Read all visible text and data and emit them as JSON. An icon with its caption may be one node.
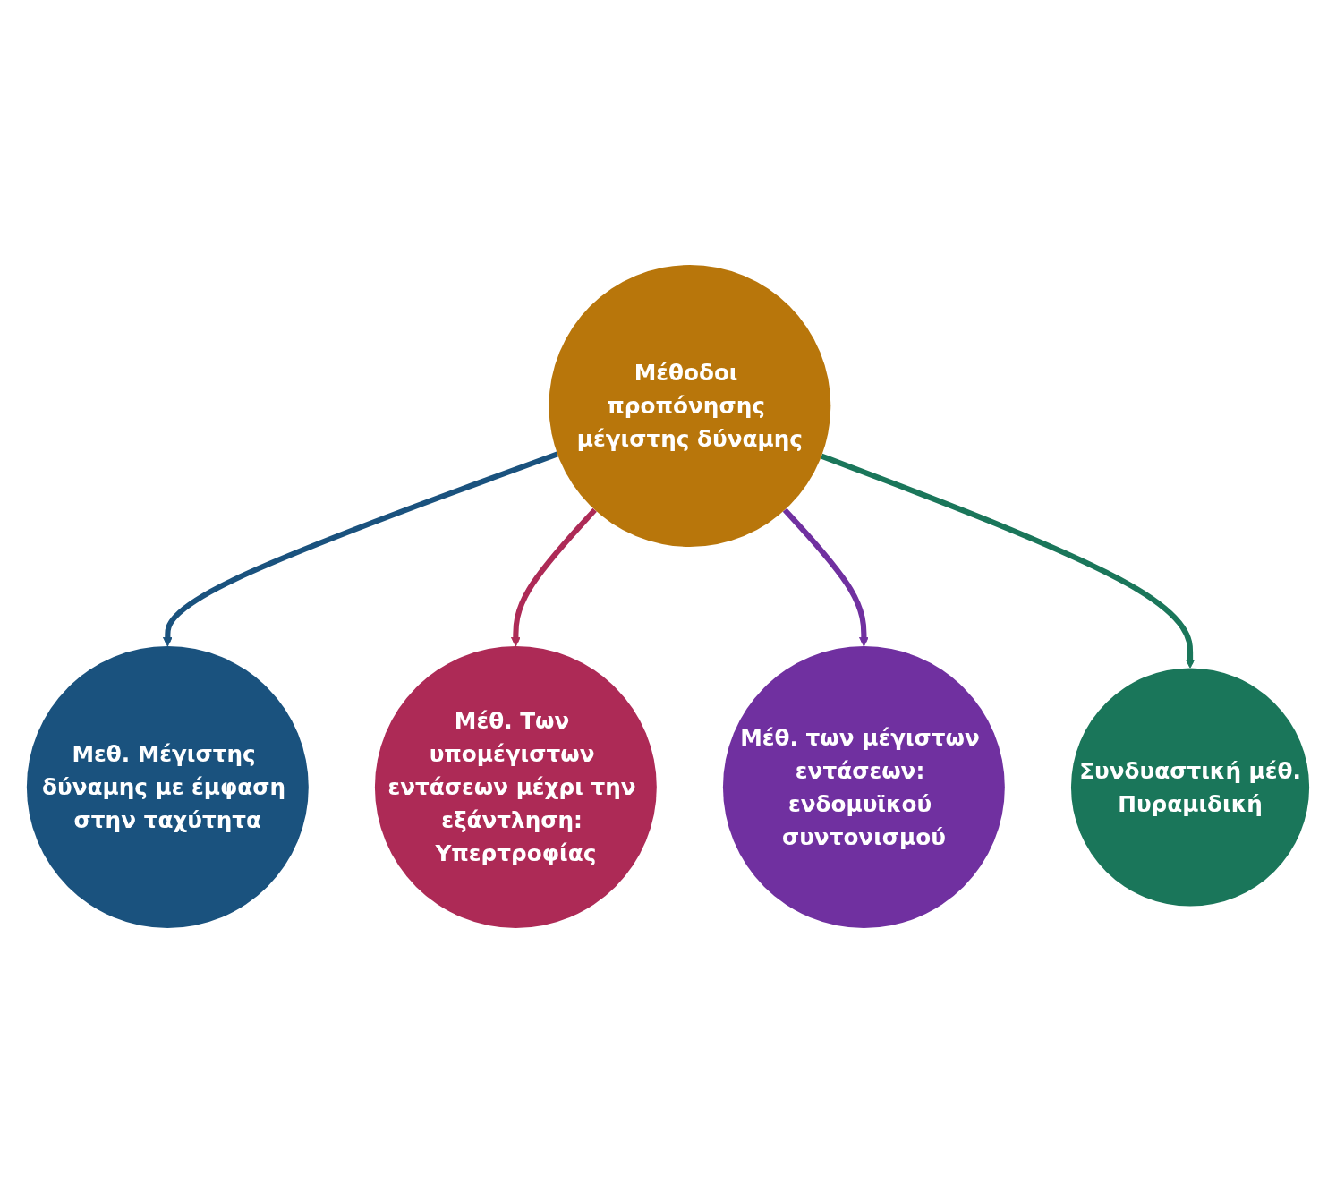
{
  "diagram": {
    "nodes": [
      {
        "text": [
          "Μεθ. Μέγιστης δύναμης με έμφαση στην ταχύτητα"
        ]
      },
      {
        "text": [
          "Μέθ. Των υπομέγιστων εντάσεων μέχρι την εξάντληση: Υπερτροφίας"
        ]
      },
      {
        "text": [
          "Μέθοδοι προπόνησης μέγιστης δύναμης"
        ]
      },
      {
        "text": [
          "Μέθ. των μέγιστων εντάσεων: ενδομυϊκού συντονισμού"
        ]
      },
      {
        "text": [
          "Συνδυαστική μέθ.",
          "Πυραμιδική"
        ]
      }
    ],
    "edges": [
      {
        "from": 2,
        "to": 0,
        "arrow": "to",
        "color": "#1a527e"
      },
      {
        "from": 2,
        "to": 1,
        "arrow": "to",
        "color": "#ad2a56"
      },
      {
        "from": 2,
        "to": 3,
        "arrow": "to",
        "color": "#7030a0"
      },
      {
        "from": 2,
        "to": 4,
        "arrow": "to",
        "color": "#1a765a"
      }
    ]
  }
}
